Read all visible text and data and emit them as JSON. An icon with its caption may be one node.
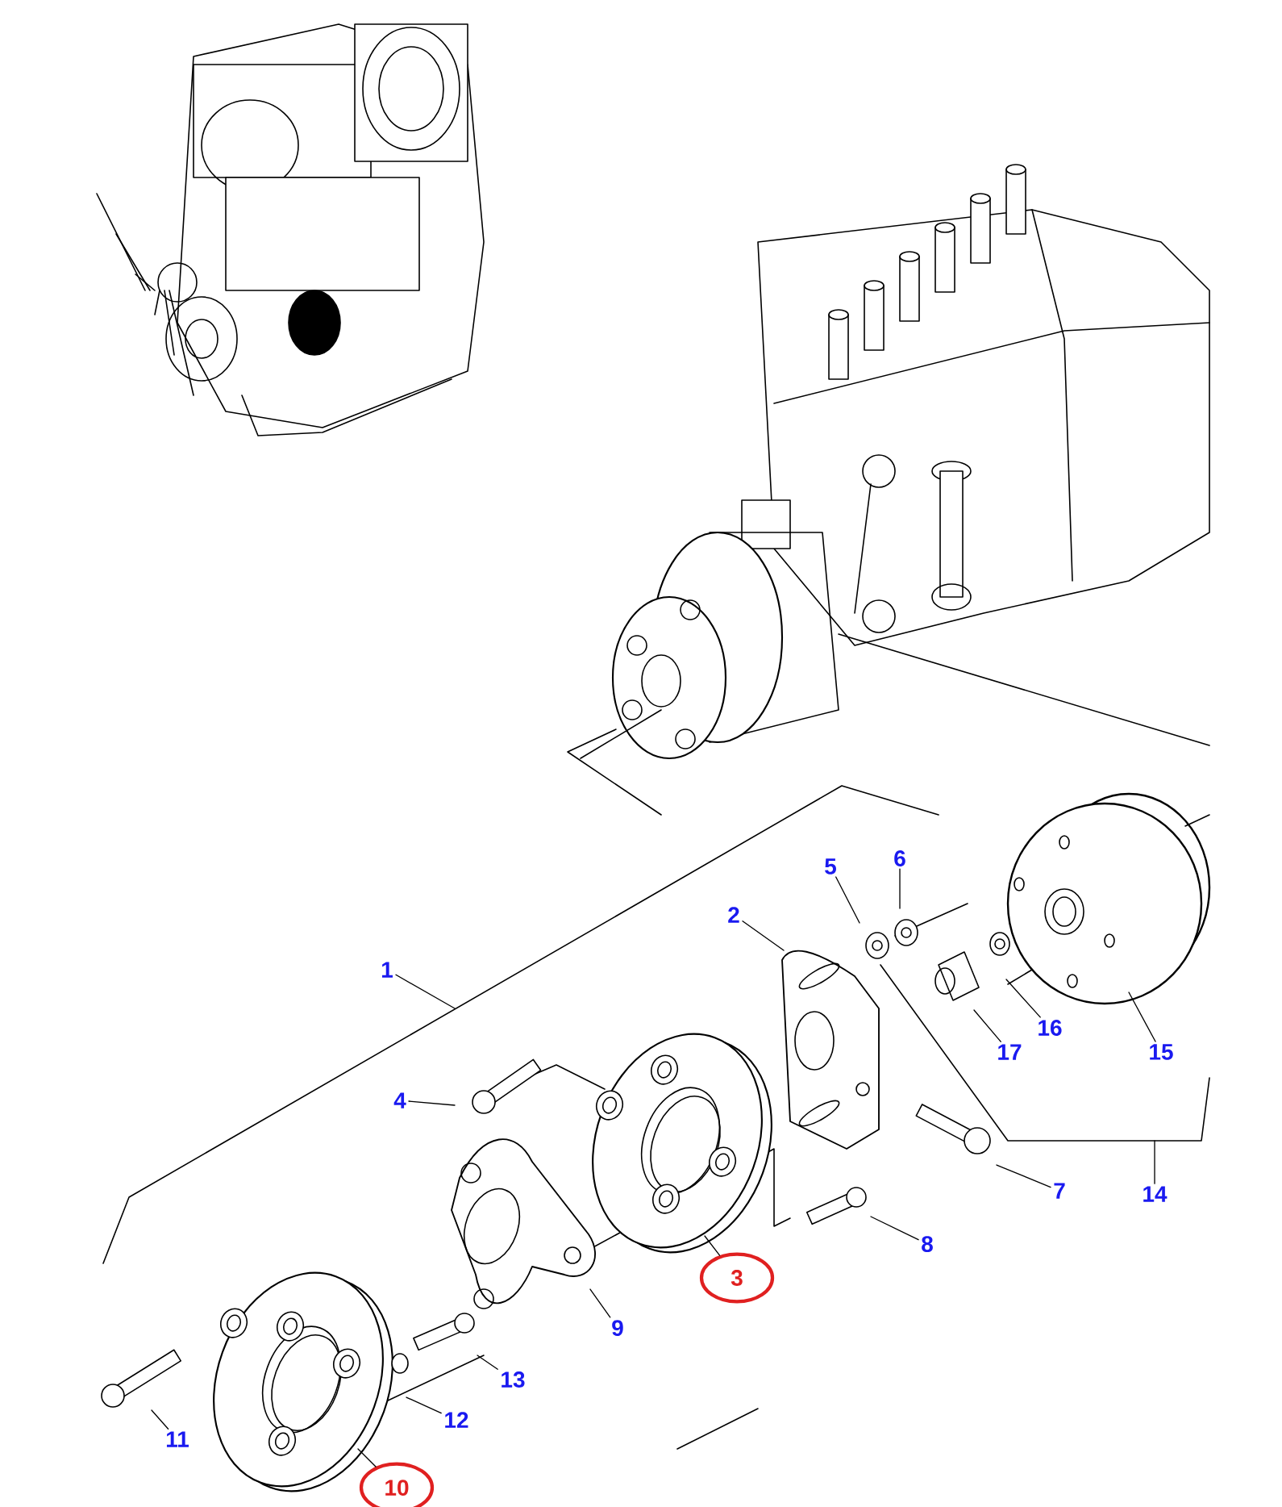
{
  "diagram": {
    "nodes": [
      {
        "text": [
          "1"
        ]
      },
      {
        "text": [
          "2"
        ]
      },
      {
        "text": [
          "3"
        ]
      },
      {
        "text": [
          "4"
        ]
      },
      {
        "text": [
          "5"
        ]
      },
      {
        "text": [
          "6"
        ]
      },
      {
        "text": [
          "7"
        ]
      },
      {
        "text": [
          "8"
        ]
      },
      {
        "text": [
          "9"
        ]
      },
      {
        "text": [
          "10"
        ]
      },
      {
        "text": [
          "11"
        ]
      },
      {
        "text": [
          "12"
        ]
      },
      {
        "text": [
          "13"
        ]
      },
      {
        "text": [
          "14"
        ]
      },
      {
        "text": [
          "15"
        ]
      },
      {
        "text": [
          "16"
        ]
      },
      {
        "text": [
          "17"
        ]
      }
    ],
    "edges": [
      {
        "from": 0,
        "to": null,
        "arrow": "none"
      },
      {
        "from": 1,
        "to": null,
        "arrow": "none"
      },
      {
        "from": 2,
        "to": null,
        "arrow": "none"
      },
      {
        "from": 3,
        "to": null,
        "arrow": "none"
      },
      {
        "from": 4,
        "to": null,
        "arrow": "none"
      },
      {
        "from": 5,
        "to": null,
        "arrow": "none"
      },
      {
        "from": 6,
        "to": null,
        "arrow": "none"
      },
      {
        "from": 7,
        "to": null,
        "arrow": "none"
      },
      {
        "from": 8,
        "to": null,
        "arrow": "none"
      },
      {
        "from": 9,
        "to": null,
        "arrow": "none"
      },
      {
        "from": 10,
        "to": null,
        "arrow": "none"
      },
      {
        "from": 11,
        "to": null,
        "arrow": "none"
      },
      {
        "from": 12,
        "to": null,
        "arrow": "none"
      },
      {
        "from": 13,
        "to": null,
        "arrow": "none"
      },
      {
        "from": 14,
        "to": null,
        "arrow": "none"
      },
      {
        "from": 15,
        "to": null,
        "arrow": "none"
      },
      {
        "from": 16,
        "to": null,
        "arrow": "none"
      }
    ]
  }
}
